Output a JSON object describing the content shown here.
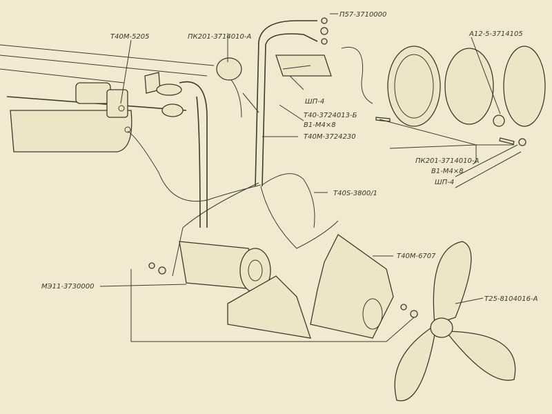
{
  "diagram": {
    "labels": {
      "wiper_motor_mount": "Т40М-5205",
      "lamp_top": "ПК201-3714010-А",
      "switch": "П57-3710000",
      "bulb": "А12-5-3714105",
      "washer_top": "ШП-4",
      "bracket_top": "Т40-3724013-Б",
      "screw_top": "В1-М4×8",
      "harness": "Т40М-3724230",
      "lamp_right": "ПК201-3714010-А",
      "screw_right": "В1-М4×8",
      "washer_right": "ШП-4",
      "wire": "Т40S-3800/1",
      "fan_bracket": "Т40М-6707",
      "fan_motor": "МЭ11-3730000",
      "fan_blade": "Т25-8104016-А"
    }
  }
}
